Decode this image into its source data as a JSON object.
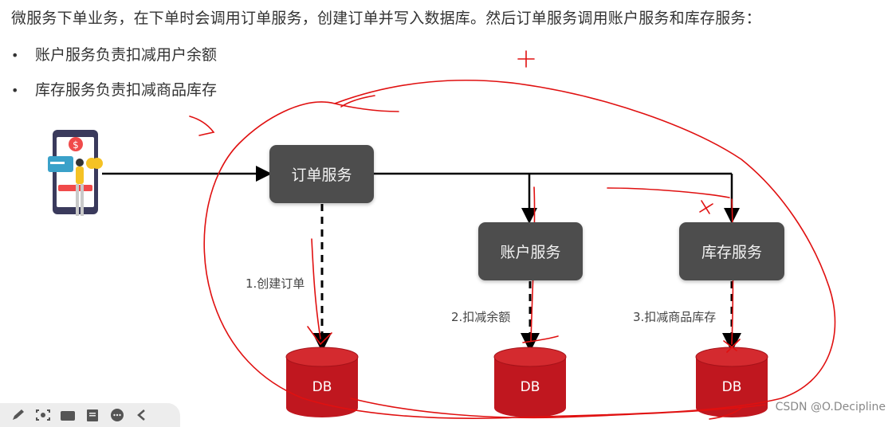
{
  "intro_text": "微服务下单业务，在下单时会调用订单服务，创建订单并写入数据库。然后订单服务调用账户服务和库存服务：",
  "bullets": [
    {
      "dot": "•",
      "text": "账户服务负责扣减用户余额"
    },
    {
      "dot": "•",
      "text": "库存服务负责扣减商品库存"
    }
  ],
  "services": {
    "order": "订单服务",
    "account": "账户服务",
    "stock": "库存服务"
  },
  "steps": {
    "create_order": "1.创建订单",
    "deduct_balance": "2.扣减余额",
    "deduct_stock": "3.扣减商品库存"
  },
  "databases": {
    "db1": "DB",
    "db2": "DB",
    "db3": "DB"
  },
  "watermark": "CSDN @O.Decipline",
  "colors": {
    "service_box": "#4d4d4d",
    "db_fill": "#c0171f",
    "db_top": "#d42a2f",
    "annotation": "#e01010",
    "arrow": "#000000"
  },
  "toolbar_icons": [
    "pen-icon",
    "screenshot-icon",
    "video-icon",
    "document-icon",
    "chat-icon",
    "back-icon"
  ]
}
